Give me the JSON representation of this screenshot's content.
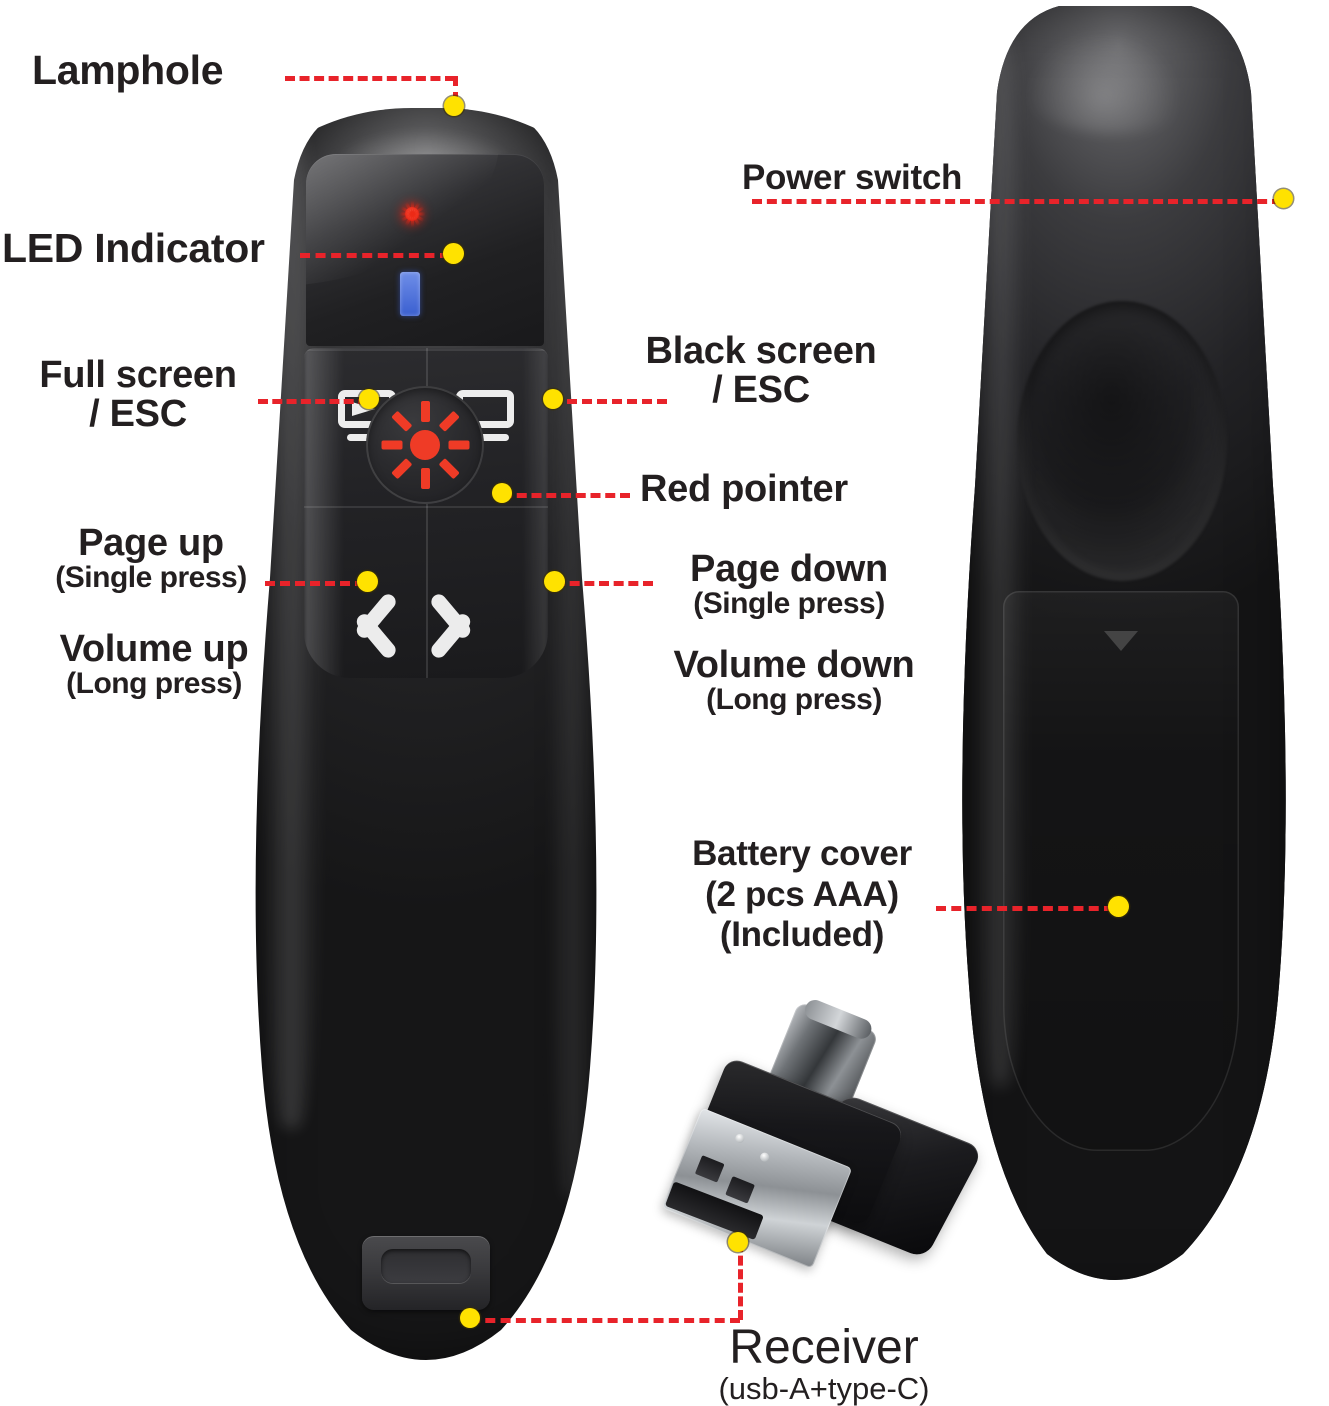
{
  "diagram": {
    "title": "Wireless Presenter Remote — Feature Callouts",
    "accent_dash_color": "#e8232a",
    "marker_dot_color": "#ffe200",
    "text_color": "#231f20",
    "background": "#ffffff"
  },
  "callouts": {
    "lamphole": {
      "line1": "Lamphole"
    },
    "led_indicator": {
      "line1": "LED Indicator"
    },
    "full_screen": {
      "line1": "Full screen",
      "line2": "/ ESC"
    },
    "black_screen": {
      "line1": "Black screen",
      "line2": "/ ESC"
    },
    "red_pointer": {
      "line1": "Red pointer"
    },
    "page_up": {
      "line1": "Page up",
      "line2": "(Single press)"
    },
    "volume_up": {
      "line1": "Volume up",
      "line2": "(Long press)"
    },
    "page_down": {
      "line1": "Page down",
      "line2": "(Single press)"
    },
    "volume_down": {
      "line1": "Volume down",
      "line2": "(Long press)"
    },
    "power_switch": {
      "line1": "Power switch"
    },
    "battery_cover": {
      "line1": "Battery cover",
      "line2": "(2 pcs AAA)",
      "line3": "(Included)"
    },
    "receiver": {
      "line1": "Receiver",
      "line2": "(usb-A+type-C)"
    }
  },
  "device_front": {
    "name": "presenter-front-view",
    "indicators": {
      "laser_led": "red-laser-led",
      "status_led": "status-led-marker",
      "bluetooth_bar": "blue-indicator-bar"
    },
    "buttons": [
      {
        "id": "full-screen",
        "icon": "monitor-play-icon"
      },
      {
        "id": "black-screen",
        "icon": "monitor-blank-icon"
      },
      {
        "id": "red-pointer",
        "icon": "laser-sun-icon"
      },
      {
        "id": "page-up",
        "icon": "chevron-left-icon"
      },
      {
        "id": "page-down",
        "icon": "chevron-right-icon"
      }
    ],
    "receiver_slot": "receiver-storage-slot"
  },
  "device_back": {
    "name": "presenter-back-view",
    "features": [
      "thumb-groove",
      "battery-cover-panel",
      "battery-cover-triangle-marker",
      "power-switch-slider"
    ]
  },
  "receiver_device": {
    "name": "usb-receiver-dongle",
    "connectors": [
      "usb-A",
      "type-C"
    ]
  }
}
